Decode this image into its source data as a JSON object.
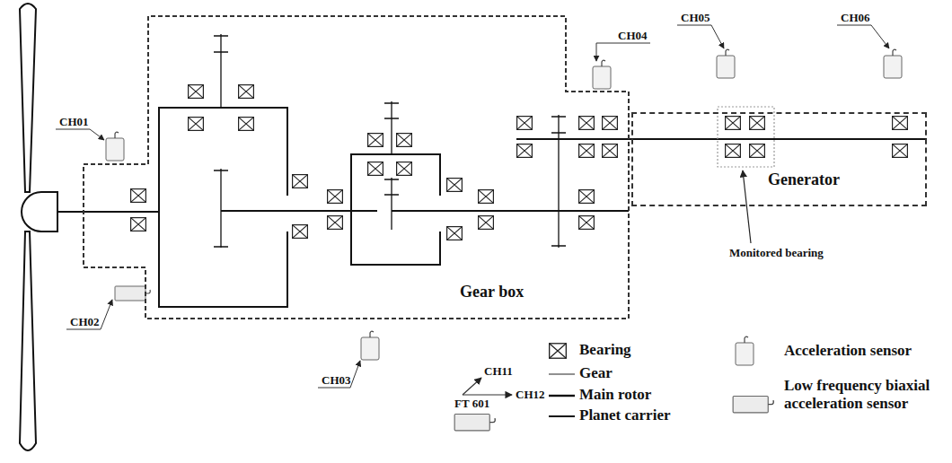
{
  "diagram": {
    "nodes": [
      {
        "text": [
          "Gear box"
        ]
      },
      {
        "text": [
          "Generator"
        ]
      }
    ],
    "edges": [
      {
        "from": 0,
        "to": 1,
        "arrow": "none"
      }
    ],
    "labels": [
      "CH01",
      "CH02",
      "CH03",
      "CH04",
      "CH05",
      "CH06",
      "CH11",
      "CH12",
      "FT 601",
      "Monitored bearing"
    ],
    "legend": [
      {
        "text": "Bearing"
      },
      {
        "text": "Gear"
      },
      {
        "text": "Main rotor"
      },
      {
        "text": "Planet carrier"
      },
      {
        "text": "Acceleration sensor"
      },
      {
        "text": "Low frequency biaxial acceleration sensor"
      }
    ]
  }
}
